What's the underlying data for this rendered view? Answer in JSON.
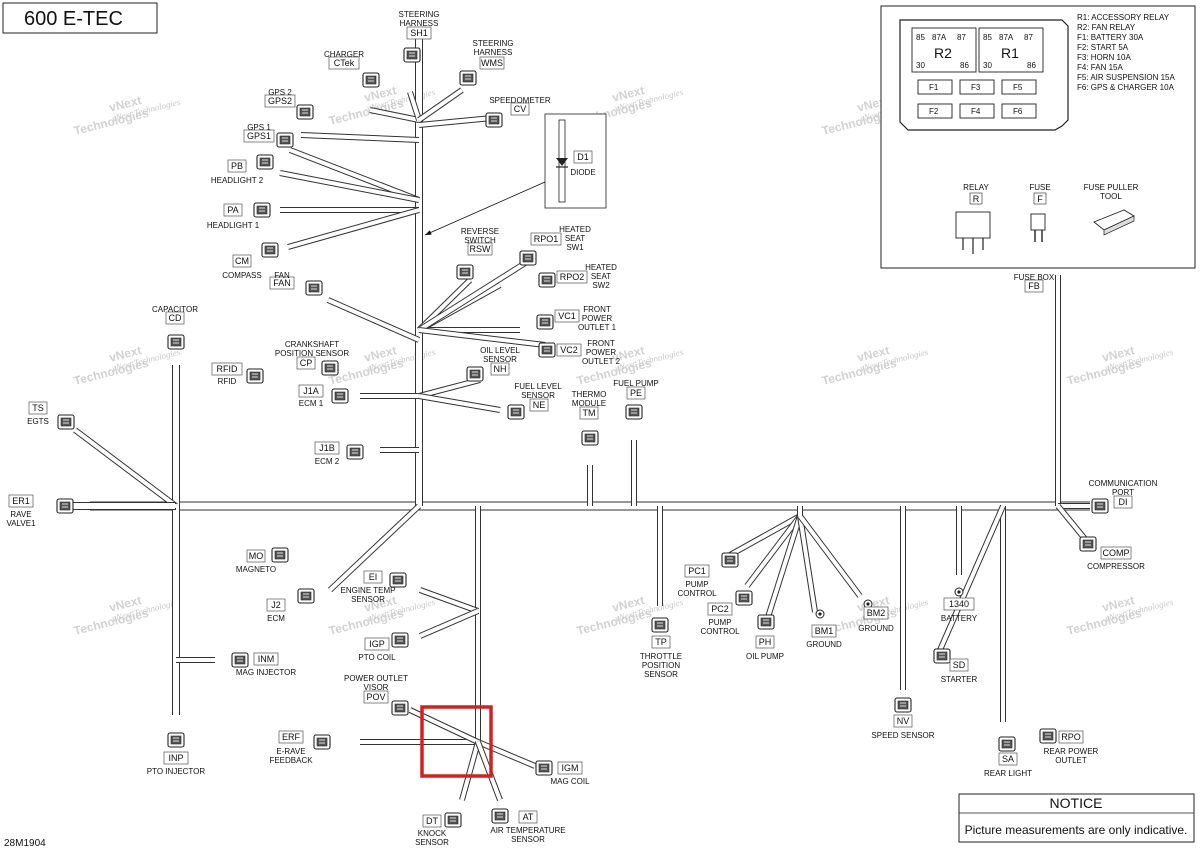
{
  "title": "600 E-TEC",
  "drawing_id": "28M1904",
  "watermark": {
    "line1": "vNext",
    "line2": "Technologies",
    "line3": "vNext Technologies"
  },
  "components": [
    {
      "id": "sh1",
      "code": "SH1",
      "lines": [
        "STEERING",
        "HARNESS"
      ]
    },
    {
      "id": "wms",
      "code": "WMS",
      "lines": [
        "STEERING",
        "HARNESS"
      ]
    },
    {
      "id": "ctek",
      "code": "CTek",
      "lines": [
        "CHARGER"
      ]
    },
    {
      "id": "cv",
      "code": "CV",
      "lines": [
        "SPEEDOMETER"
      ]
    },
    {
      "id": "gps2",
      "code": "GPS2",
      "lines": [
        "GPS 2"
      ]
    },
    {
      "id": "gps1",
      "code": "GPS1",
      "lines": [
        "GPS 1"
      ]
    },
    {
      "id": "pb",
      "code": "PB",
      "lines": [
        "HEADLIGHT 2"
      ]
    },
    {
      "id": "pa",
      "code": "PA",
      "lines": [
        "HEADLIGHT 1"
      ]
    },
    {
      "id": "cm",
      "code": "CM",
      "lines": [
        "COMPASS"
      ]
    },
    {
      "id": "fan",
      "code": "FAN",
      "lines": [
        "FAN"
      ]
    },
    {
      "id": "d1",
      "code": "D1",
      "lines": [
        "DIODE"
      ]
    },
    {
      "id": "rsw",
      "code": "RSW",
      "lines": [
        "REVERSE",
        "SWITCH"
      ]
    },
    {
      "id": "rpo1",
      "code": "RPO1",
      "lines": [
        "HEATED",
        "SEAT",
        "SW1"
      ]
    },
    {
      "id": "rpo2",
      "code": "RPO2",
      "lines": [
        "HEATED",
        "SEAT",
        "SW2"
      ]
    },
    {
      "id": "vc1",
      "code": "VC1",
      "lines": [
        "FRONT",
        "POWER",
        "OUTLET 1"
      ]
    },
    {
      "id": "vc2",
      "code": "VC2",
      "lines": [
        "FRONT",
        "POWER",
        "OUTLET 2"
      ]
    },
    {
      "id": "cd",
      "code": "CD",
      "lines": [
        "CAPACITOR"
      ]
    },
    {
      "id": "cp",
      "code": "CP",
      "lines": [
        "CRANKSHAFT",
        "POSITION SENSOR"
      ]
    },
    {
      "id": "rfid",
      "code": "RFID",
      "lines": [
        "RFID"
      ]
    },
    {
      "id": "j1a",
      "code": "J1A",
      "lines": [
        "ECM 1"
      ]
    },
    {
      "id": "nh",
      "code": "NH",
      "lines": [
        "OIL LEVEL",
        "SENSOR"
      ]
    },
    {
      "id": "ne",
      "code": "NE",
      "lines": [
        "FUEL LEVEL",
        "SENSOR"
      ]
    },
    {
      "id": "tm",
      "code": "TM",
      "lines": [
        "THERMO",
        "MODULE"
      ]
    },
    {
      "id": "pe",
      "code": "PE",
      "lines": [
        "FUEL PUMP"
      ]
    },
    {
      "id": "ts",
      "code": "TS",
      "lines": [
        "EGTS"
      ]
    },
    {
      "id": "j1b",
      "code": "J1B",
      "lines": [
        "ECM 2"
      ]
    },
    {
      "id": "er1",
      "code": "ER1",
      "lines": [
        "RAVE",
        "VALVE1"
      ]
    },
    {
      "id": "di",
      "code": "DI",
      "lines": [
        "COMMUNICATION",
        "PORT"
      ]
    },
    {
      "id": "comp",
      "code": "COMP",
      "lines": [
        "COMPRESSOR"
      ]
    },
    {
      "id": "fb",
      "code": "FB",
      "lines": [
        "FUSE BOX"
      ]
    },
    {
      "id": "mo",
      "code": "MO",
      "lines": [
        "MAGNETO"
      ]
    },
    {
      "id": "j2",
      "code": "J2",
      "lines": [
        "ECM"
      ]
    },
    {
      "id": "ei",
      "code": "EI",
      "lines": [
        "ENGINE TEMP",
        "SENSOR"
      ]
    },
    {
      "id": "igp",
      "code": "IGP",
      "lines": [
        "PTO COIL"
      ]
    },
    {
      "id": "inm",
      "code": "INM",
      "lines": [
        "MAG INJECTOR"
      ]
    },
    {
      "id": "inp",
      "code": "INP",
      "lines": [
        "PTO INJECTOR"
      ]
    },
    {
      "id": "pov",
      "code": "POV",
      "lines": [
        "POWER OUTLET",
        "VISOR"
      ]
    },
    {
      "id": "erf",
      "code": "ERF",
      "lines": [
        "E-RAVE",
        "FEEDBACK"
      ]
    },
    {
      "id": "igm",
      "code": "IGM",
      "lines": [
        "MAG COIL"
      ]
    },
    {
      "id": "dt",
      "code": "DT",
      "lines": [
        "KNOCK",
        "SENSOR"
      ]
    },
    {
      "id": "at",
      "code": "AT",
      "lines": [
        "AIR TEMPERATURE",
        "SENSOR"
      ]
    },
    {
      "id": "pc1",
      "code": "PC1",
      "lines": [
        "PUMP",
        "CONTROL"
      ]
    },
    {
      "id": "pc2",
      "code": "PC2",
      "lines": [
        "PUMP",
        "CONTROL"
      ]
    },
    {
      "id": "tp",
      "code": "TP",
      "lines": [
        "THROTTLE",
        "POSITION",
        "SENSOR"
      ]
    },
    {
      "id": "ph",
      "code": "PH",
      "lines": [
        "OIL PUMP"
      ]
    },
    {
      "id": "bm1",
      "code": "BM1",
      "lines": [
        "GROUND"
      ]
    },
    {
      "id": "bm2",
      "code": "BM2",
      "lines": [
        "GROUND"
      ]
    },
    {
      "id": "b1340",
      "code": "1340",
      "lines": [
        "BATTERY"
      ]
    },
    {
      "id": "sd",
      "code": "SD",
      "lines": [
        "STARTER"
      ]
    },
    {
      "id": "nv",
      "code": "NV",
      "lines": [
        "SPEED SENSOR"
      ]
    },
    {
      "id": "sa",
      "code": "SA",
      "lines": [
        "REAR LIGHT"
      ]
    },
    {
      "id": "rpo",
      "code": "RPO",
      "lines": [
        "REAR POWER",
        "OUTLET"
      ]
    }
  ],
  "fuse_box": {
    "relays": [
      "R2",
      "R1"
    ],
    "relay_pins": [
      "85",
      "87A",
      "87",
      "30",
      "86"
    ],
    "fuses": [
      "F1",
      "F3",
      "F5",
      "F2",
      "F4",
      "F6"
    ],
    "legend": [
      "R1: ACCESSORY RELAY",
      "R2: FAN RELAY",
      "F1: BATTERY 30A",
      "F2: START 5A",
      "F3: HORN 10A",
      "F4: FAN 15A",
      "F5: AIR SUSPENSION 15A",
      "F6: GPS & CHARGER 10A"
    ],
    "parts": [
      {
        "code": "R",
        "label": "RELAY"
      },
      {
        "code": "F",
        "label": "FUSE"
      },
      {
        "code": "",
        "label": "FUSE PULLER",
        "label2": "TOOL"
      }
    ]
  },
  "notice": {
    "heading": "NOTICE",
    "text": "Picture measurements are only indicative."
  }
}
